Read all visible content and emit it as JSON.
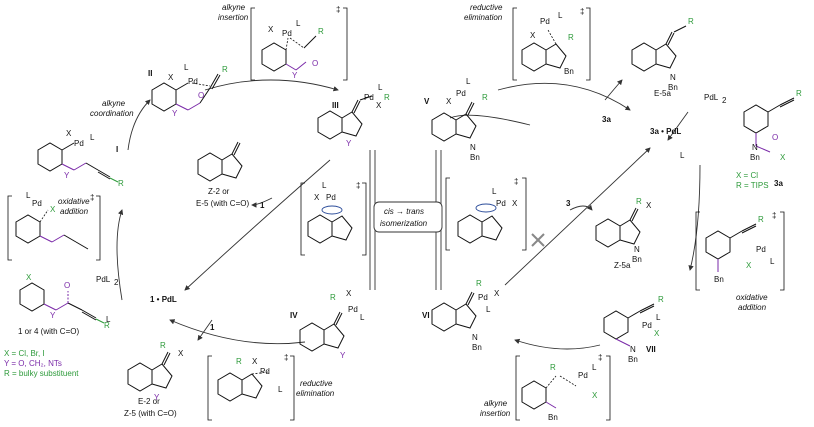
{
  "intermediates": {
    "I": "I",
    "II": "II",
    "III": "III",
    "IV": "IV",
    "V": "V",
    "VI": "VI",
    "VII": "VII"
  },
  "step_labels": {
    "alkyne_insertion_top": [
      "alkyne",
      "insertion"
    ],
    "alkyne_coordination": [
      "alkyne",
      "coordination"
    ],
    "oxidative_addition_left": [
      "oxidative",
      "addition"
    ],
    "reductive_elimination_bottom": [
      "reductive",
      "elimination"
    ],
    "reductive_elimination_top": [
      "reductive",
      "elimination"
    ],
    "oxidative_addition_right": [
      "oxidative",
      "addition"
    ],
    "alkyne_insertion_bottom": [
      "alkyne",
      "insertion"
    ],
    "isomerization": [
      "cis → trans",
      "isomerization"
    ]
  },
  "products": {
    "z2_or": "Z-2 or",
    "e5_with_co": "E-5 (with C=O)",
    "e2_or": "E-2 or",
    "z5_with_co": "Z-5 (with C=O)",
    "e5a": "E-5a",
    "z5a": "Z-5a"
  },
  "catalyst": {
    "pd_l_left": "1 • PdL",
    "pd_l_right": "3a • PdL",
    "pdl2": "PdL",
    "pdl2_sub": "2",
    "ligand": "L"
  },
  "reagents": {
    "one": "1",
    "three": "3",
    "three_a": "3a",
    "one_or_four": "1 or 4 (with C=O)"
  },
  "legend_left": {
    "x": "X = Cl, Br, I",
    "y": "Y = O, CH₂, NTs",
    "r": "R = bulky substituent"
  },
  "legend_right": {
    "x": "X = Cl",
    "r": "R = TIPS"
  },
  "atoms": {
    "pd": "Pd",
    "x": "X",
    "l": "L",
    "r": "R",
    "y": "Y",
    "o": "O",
    "n": "N",
    "bn": "Bn",
    "ddagger": "‡"
  },
  "colors": {
    "y_group": "#7a2aa8",
    "r_group": "#2d9a3a",
    "text": "#111111"
  }
}
